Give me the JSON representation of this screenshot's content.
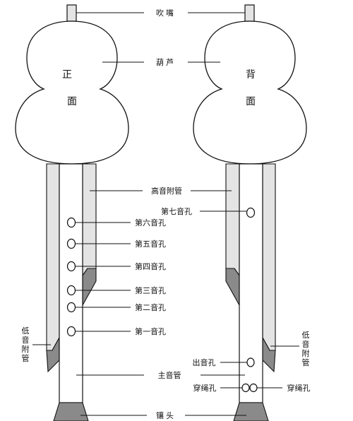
{
  "labels": {
    "mouthpiece": "吹嘴",
    "gourd": "葫芦",
    "high_pipe": "高音附管",
    "hole7": "第七音孔",
    "hole6": "第六音孔",
    "hole5": "第五音孔",
    "hole4": "第四音孔",
    "hole3": "第三音孔",
    "hole2": "第二音孔",
    "hole1": "第一音孔",
    "low_pipe_left": [
      "低",
      "音",
      "附",
      "管"
    ],
    "low_pipe_right": [
      "低",
      "音",
      "附",
      "管"
    ],
    "outlet": "出音孔",
    "cord_left": "穿绳孔",
    "cord_right": "穿绳孔",
    "main_pipe": "主音管",
    "inlay": "镶头"
  },
  "views": {
    "front": [
      "正",
      "面"
    ],
    "back": [
      "背",
      "面"
    ]
  },
  "colors": {
    "fill_light": "#e4e4e4",
    "fill_dark": "#8a8a8a",
    "stroke": "#111111"
  }
}
